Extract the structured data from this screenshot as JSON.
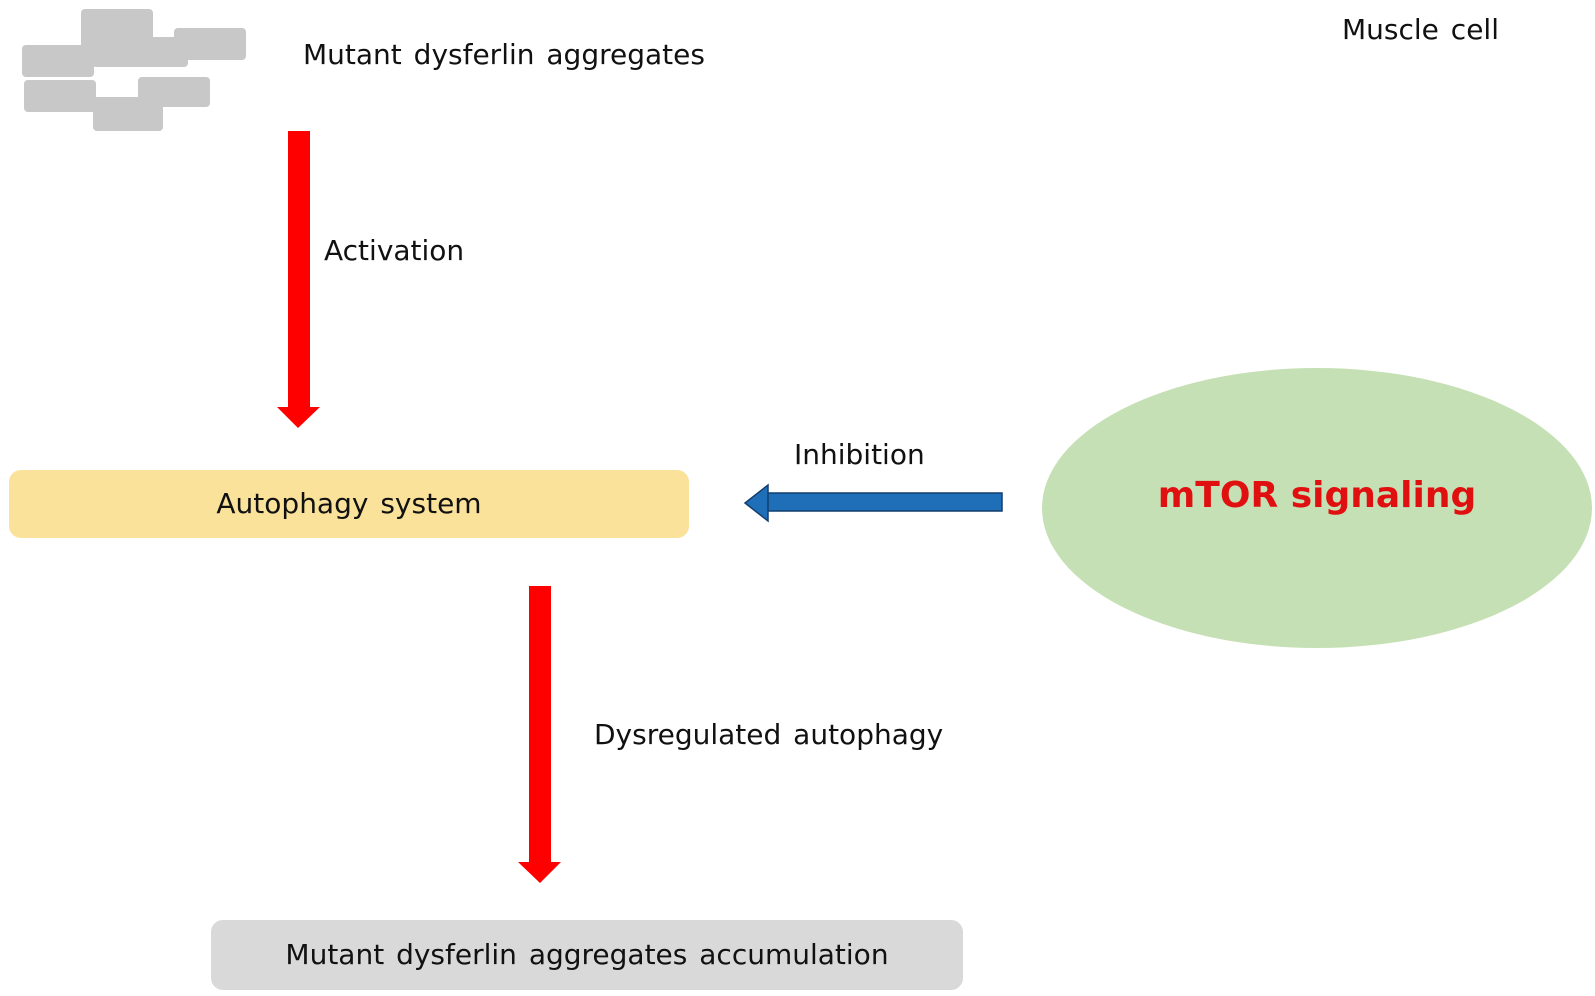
{
  "aggregates_label": "Mutant dysferlin aggregates",
  "cell_label": "Muscle cell",
  "activation_label": "Activation",
  "autophagy_box_label": "Autophagy system",
  "inhibition_label": "Inhibition",
  "mtor_label": "mTOR signaling",
  "dysregulated_label": "Dysregulated autophagy",
  "accumulation_box_label": "Mutant dysferlin aggregates accumulation",
  "colors": {
    "activation_arrow": "#ff0000",
    "inhibition_arrow": "#1f6fb8",
    "autophagy_box": "#fbe29a",
    "mtor_ellipse": "#c5e0b4",
    "mtor_text": "#e01010",
    "aggregate_blocks": "#c8c8c8",
    "accumulation_box": "#d9d9d9"
  }
}
